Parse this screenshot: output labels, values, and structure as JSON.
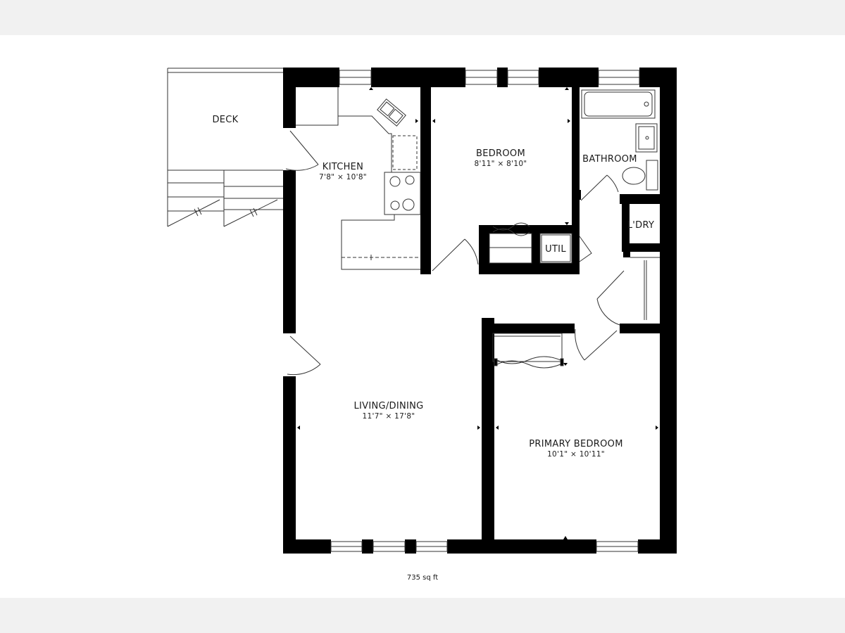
{
  "rooms": {
    "deck": {
      "name": "DECK"
    },
    "kitchen": {
      "name": "KITCHEN",
      "dims": "7'8\" × 10'8\""
    },
    "bedroom": {
      "name": "BEDROOM",
      "dims": "8'11\" × 8'10\""
    },
    "bathroom": {
      "name": "BATHROOM"
    },
    "laundry": {
      "name": "L'DRY"
    },
    "utility": {
      "name": "UTIL"
    },
    "living_dining": {
      "name": "LIVING/DINING",
      "dims": "11'7\" × 17'8\""
    },
    "primary_bedroom": {
      "name": "PRIMARY BEDROOM",
      "dims": "10'1\" × 10'11\""
    }
  },
  "total_area": "735 sq ft",
  "colors": {
    "wall": "#000000",
    "line": "#333333",
    "background": "#ffffff",
    "page_margin": "#f1f1f1"
  }
}
